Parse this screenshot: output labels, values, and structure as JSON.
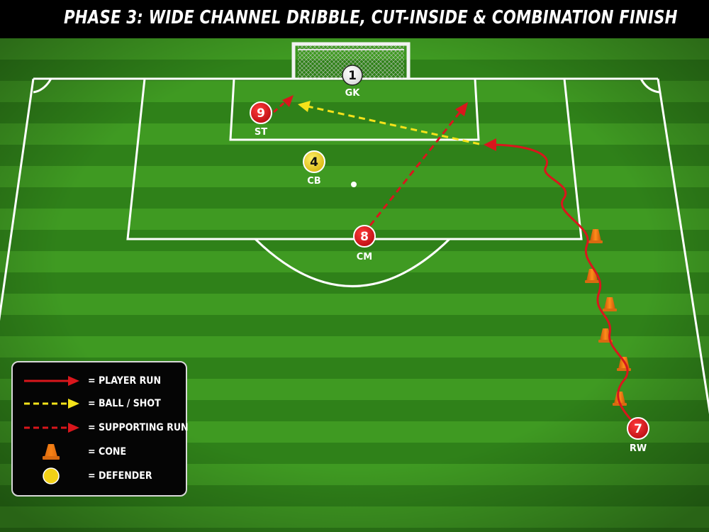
{
  "title": "PHASE 3: WIDE CHANNEL DRIBBLE, CUT-INSIDE & COMBINATION FINISH",
  "colors": {
    "player": "#d9161c",
    "defender": "#f2d016",
    "goalkeeper": "#ffffff",
    "ball_path": "#f4e21a",
    "cone": "#f07a12",
    "pitch_light": "#3f9a22",
    "pitch_dark": "#2f7f18"
  },
  "players": [
    {
      "number": "1",
      "position": "GK",
      "role": "goalkeeper"
    },
    {
      "number": "9",
      "position": "ST",
      "role": "attacker"
    },
    {
      "number": "4",
      "position": "CB",
      "role": "defender"
    },
    {
      "number": "8",
      "position": "CM",
      "role": "attacker"
    },
    {
      "number": "7",
      "position": "RW",
      "role": "attacker"
    }
  ],
  "legend": [
    {
      "symbol": "red-solid-arrow",
      "text": "= PLAYER RUN"
    },
    {
      "symbol": "yellow-dashed-arrow",
      "text": "= BALL / SHOT"
    },
    {
      "symbol": "red-dashed-arrow",
      "text": "= SUPPORTING RUN"
    },
    {
      "symbol": "cone-icon",
      "text": "= CONE"
    },
    {
      "symbol": "defender-icon",
      "text": "= DEFENDER"
    }
  ]
}
